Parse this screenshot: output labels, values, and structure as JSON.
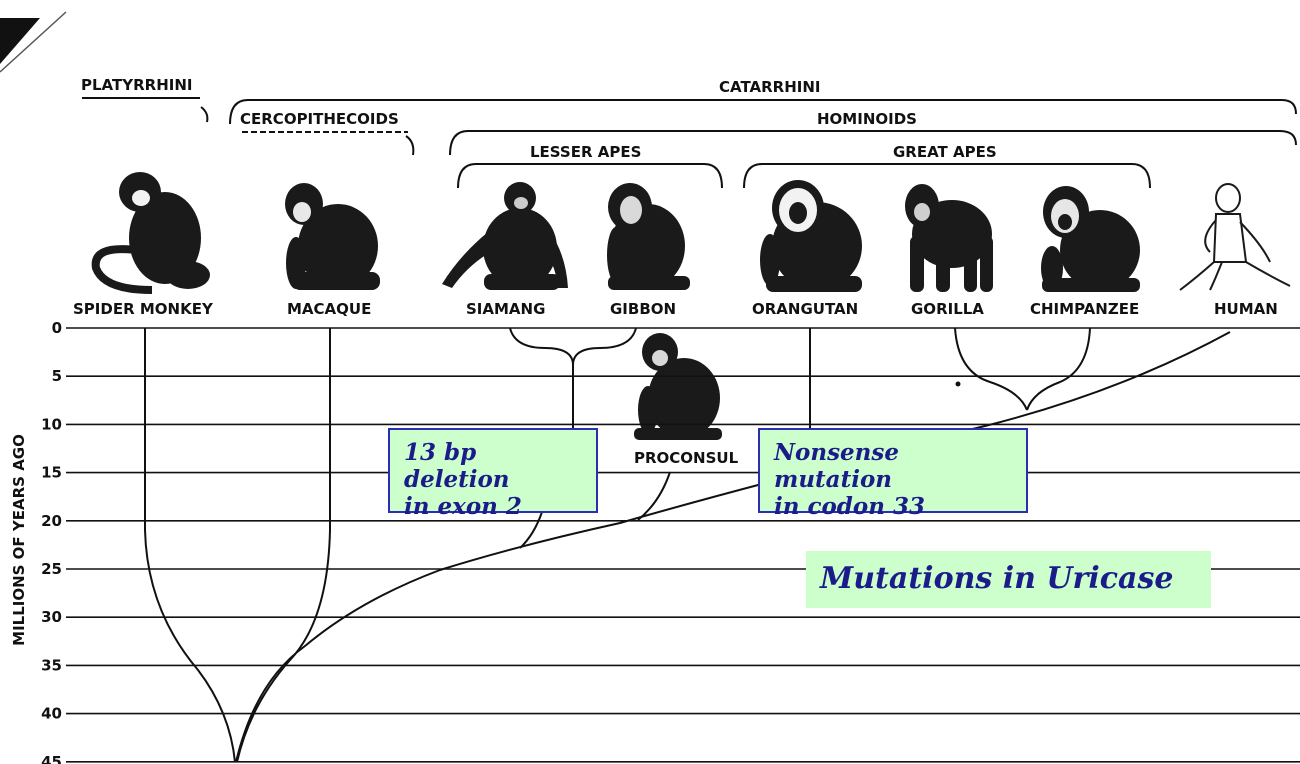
{
  "groups": {
    "platyrrhini": "PLATYRRHINI",
    "catarrhini": "CATARRHINI",
    "cercopithecoids": "CERCOPITHECOIDS",
    "hominoids": "HOMINOIDS",
    "lesser_apes": "LESSER APES",
    "great_apes": "GREAT APES"
  },
  "species": [
    {
      "key": "spider_monkey",
      "label": "SPIDER MONKEY",
      "icon": "spider-monkey-icon"
    },
    {
      "key": "macaque",
      "label": "MACAQUE",
      "icon": "macaque-icon"
    },
    {
      "key": "siamang",
      "label": "SIAMANG",
      "icon": "siamang-icon"
    },
    {
      "key": "gibbon",
      "label": "GIBBON",
      "icon": "gibbon-icon"
    },
    {
      "key": "orangutan",
      "label": "ORANGUTAN",
      "icon": "orangutan-icon"
    },
    {
      "key": "gorilla",
      "label": "GORILLA",
      "icon": "gorilla-icon"
    },
    {
      "key": "chimpanzee",
      "label": "CHIMPANZEE",
      "icon": "chimpanzee-icon"
    },
    {
      "key": "human",
      "label": "HUMAN",
      "icon": "human-icon"
    }
  ],
  "fossil": {
    "label": "PROCONSUL",
    "icon": "proconsul-icon"
  },
  "axis": {
    "title": "MILLIONS OF YEARS AGO",
    "ticks": [
      "0",
      "5",
      "10",
      "15",
      "20",
      "25",
      "30",
      "35",
      "40",
      "45"
    ]
  },
  "callouts": {
    "deletion": {
      "line1": "13 bp deletion",
      "line2": "in exon 2"
    },
    "nonsense": {
      "line1": "Nonsense mutation",
      "line2": "in codon 33"
    }
  },
  "title": "Mutations in Uricase",
  "colors": {
    "callout_fill": "#ccffcc",
    "callout_border": "#2d2db4",
    "callout_text": "#1b1b8a",
    "line": "#111111"
  }
}
